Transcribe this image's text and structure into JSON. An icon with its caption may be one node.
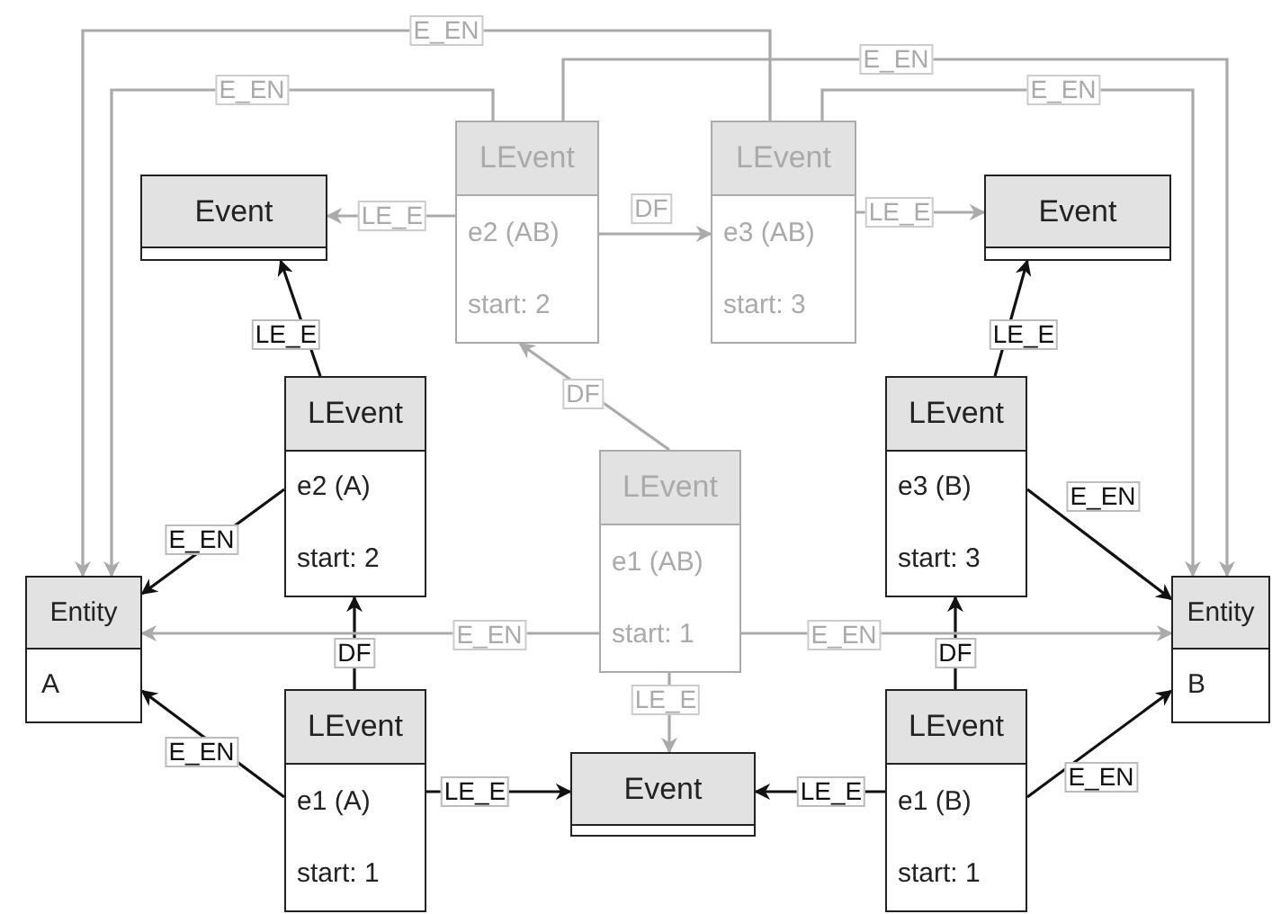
{
  "diagram": {
    "nodes": [
      {
        "text": [
          "LEvent",
          "e2 (AB)",
          "start: 2"
        ]
      },
      {
        "text": [
          "LEvent",
          "e3 (AB)",
          "start: 3"
        ]
      },
      {
        "text": [
          "Event"
        ]
      },
      {
        "text": [
          "Event"
        ]
      },
      {
        "text": [
          "LEvent",
          "e2 (A)",
          "start: 2"
        ]
      },
      {
        "text": [
          "LEvent",
          "e3 (B)",
          "start: 3"
        ]
      },
      {
        "text": [
          "LEvent",
          "e1 (AB)",
          "start: 1"
        ]
      },
      {
        "text": [
          "Entity",
          "A"
        ]
      },
      {
        "text": [
          "Entity",
          "B"
        ]
      },
      {
        "text": [
          "LEvent",
          "e1 (A)",
          "start: 1"
        ]
      },
      {
        "text": [
          "Event"
        ]
      },
      {
        "text": [
          "LEvent",
          "e1 (B)",
          "start: 1"
        ]
      }
    ],
    "edges": [
      {
        "from": 0,
        "to": 2,
        "arrow": "to",
        "label": "LE_E"
      },
      {
        "from": 0,
        "to": 1,
        "arrow": "to",
        "label": "DF"
      },
      {
        "from": 1,
        "to": 3,
        "arrow": "to",
        "label": "LE_E"
      },
      {
        "from": 6,
        "to": 0,
        "arrow": "to",
        "label": "DF"
      },
      {
        "from": 4,
        "to": 2,
        "arrow": "to",
        "label": "LE_E",
        "color": "#111111"
      },
      {
        "from": 5,
        "to": 3,
        "arrow": "to",
        "label": "LE_E",
        "color": "#111111"
      },
      {
        "from": 4,
        "to": 7,
        "arrow": "to",
        "label": "E_EN",
        "color": "#111111"
      },
      {
        "from": 9,
        "to": 7,
        "arrow": "to",
        "label": "E_EN",
        "color": "#111111"
      },
      {
        "from": 9,
        "to": 4,
        "arrow": "to",
        "label": "DF",
        "color": "#111111"
      },
      {
        "from": 9,
        "to": 10,
        "arrow": "to",
        "label": "LE_E",
        "color": "#111111"
      },
      {
        "from": 11,
        "to": 10,
        "arrow": "to",
        "label": "LE_E",
        "color": "#111111"
      },
      {
        "from": 11,
        "to": 5,
        "arrow": "to",
        "label": "DF",
        "color": "#111111"
      },
      {
        "from": 5,
        "to": 8,
        "arrow": "to",
        "label": "E_EN",
        "color": "#111111"
      },
      {
        "from": 11,
        "to": 8,
        "arrow": "to",
        "label": "E_EN",
        "color": "#111111"
      },
      {
        "from": 6,
        "to": 7,
        "arrow": "to",
        "label": "E_EN"
      },
      {
        "from": 6,
        "to": 8,
        "arrow": "to",
        "label": "E_EN"
      },
      {
        "from": 6,
        "to": 10,
        "arrow": "to",
        "label": "LE_E"
      },
      {
        "from": 1,
        "to": 7,
        "arrow": "to",
        "label": "E_EN"
      },
      {
        "from": 0,
        "to": 7,
        "arrow": "to",
        "label": "E_EN"
      },
      {
        "from": 0,
        "to": 8,
        "arrow": "to",
        "label": "E_EN"
      },
      {
        "from": 1,
        "to": 8,
        "arrow": "to",
        "label": "E_EN"
      }
    ]
  }
}
